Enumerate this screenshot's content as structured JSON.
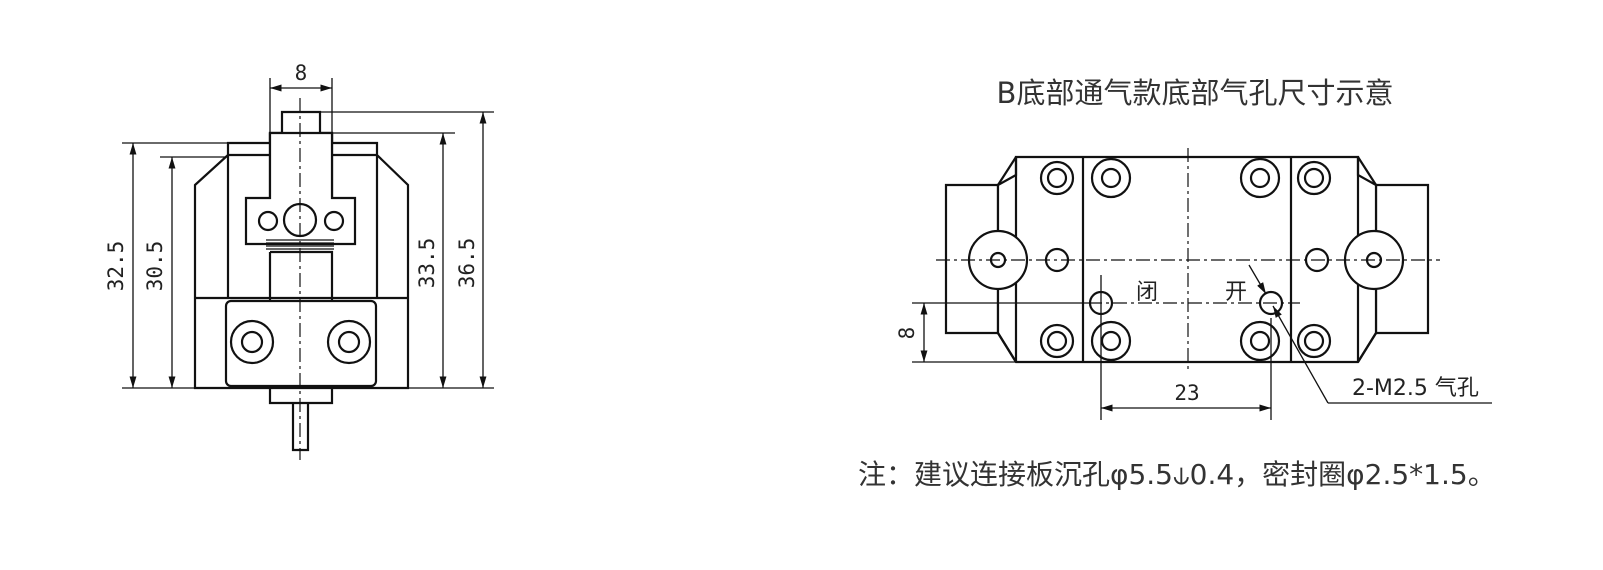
{
  "left_view": {
    "dim_top_width": "8",
    "dim_h1": "32.5",
    "dim_h2": "30.5",
    "dim_h3": "33.5",
    "dim_h4": "36.5"
  },
  "right_view": {
    "title": "B底部通气款底部气孔尺寸示意",
    "label_closed": "闭",
    "label_open": "开",
    "dim_offset": "8",
    "dim_spacing": "23",
    "hole_callout": "2-M2.5 气孔"
  },
  "note": "注：建议连接板沉孔φ5.5⫝0.4，密封圈φ2.5*1.5。"
}
